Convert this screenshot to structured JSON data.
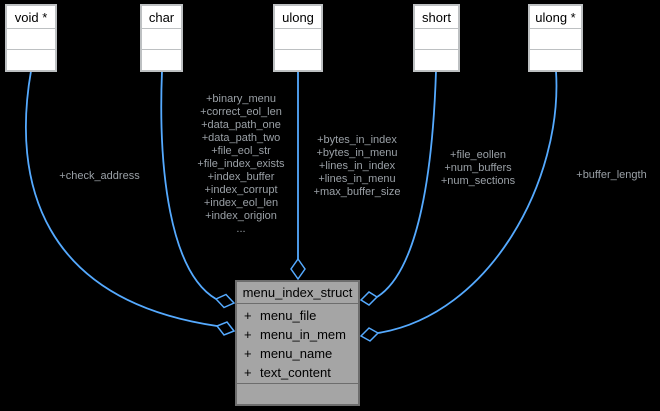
{
  "colors": {
    "background": "#000000",
    "edge": "#55aaff",
    "edge-label": "#9aa0a6",
    "type-node-fill": "#ffffff",
    "type-node-border": "#bdc0c2",
    "type-node-text": "#000000",
    "struct-fill": "#a5a5a5",
    "struct-border": "#6d6d6d",
    "struct-text": "#000000"
  },
  "nodes": {
    "void_ptr": {
      "title": "void *"
    },
    "char_t": {
      "title": "char"
    },
    "ulong_t": {
      "title": "ulong"
    },
    "short_t": {
      "title": "short"
    },
    "ulong_ptr": {
      "title": "ulong *"
    }
  },
  "edge_labels": {
    "void_ptr": [
      "+check_address"
    ],
    "char_t": [
      "+binary_menu",
      "+correct_eol_len",
      "+data_path_one",
      "+data_path_two",
      "+file_eol_str",
      "+file_index_exists",
      "+index_buffer",
      "+index_corrupt",
      "+index_eol_len",
      "+index_origion",
      "..."
    ],
    "ulong_t": [
      "+bytes_in_index",
      "+bytes_in_menu",
      "+lines_in_index",
      "+lines_in_menu",
      "+max_buffer_size"
    ],
    "short_t": [
      "+file_eollen",
      "+num_buffers",
      "+num_sections"
    ],
    "ulong_ptr": [
      "+buffer_length"
    ]
  },
  "struct_node": {
    "title": "menu_index_struct",
    "fields": [
      {
        "prefix": "+",
        "name": "menu_file"
      },
      {
        "prefix": "+",
        "name": "menu_in_mem"
      },
      {
        "prefix": "+",
        "name": "menu_name"
      },
      {
        "prefix": "+",
        "name": "text_content"
      }
    ]
  }
}
